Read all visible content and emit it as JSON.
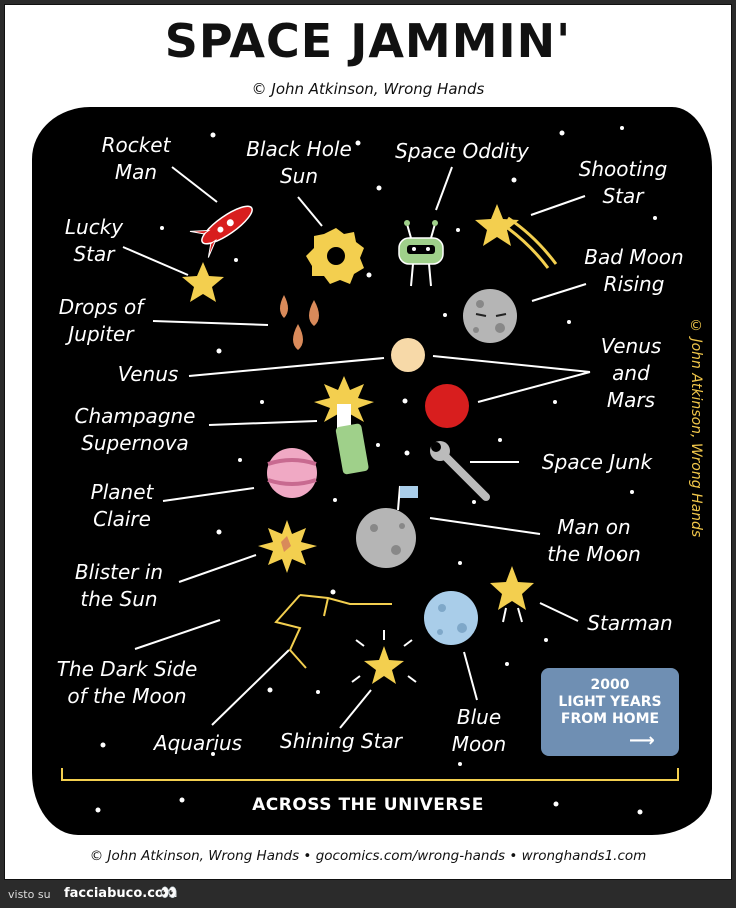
{
  "title": "SPACE JAMMIN'",
  "byline": "© John Atkinson, Wrong Hands",
  "side_credit": "© John Atkinson, Wrong Hands",
  "labels": {
    "rocket_man": "Rocket\nMan",
    "black_hole_sun": "Black Hole\nSun",
    "space_oddity": "Space Oddity",
    "shooting_star": "Shooting\nStar",
    "lucky_star": "Lucky\nStar",
    "bad_moon_rising": "Bad Moon\nRising",
    "drops_of_jupiter": "Drops of\nJupiter",
    "venus": "Venus",
    "venus_and_mars": "Venus\nand\nMars",
    "champagne_supernova": "Champagne\nSupernova",
    "space_junk": "Space Junk",
    "planet_claire": "Planet\nClaire",
    "man_on_the_moon": "Man on\nthe Moon",
    "blister_in_the_sun": "Blister in\nthe Sun",
    "starman": "Starman",
    "dark_side_of_the_moon": "The Dark Side\nof the Moon",
    "aquarius": "Aquarius",
    "shining_star": "Shining Star",
    "blue_moon": "Blue\nMoon"
  },
  "sign": {
    "line1": "2000",
    "line2": "LIGHT YEARS",
    "line3": "FROM HOME",
    "arrow": "⟶"
  },
  "across": "ACROSS THE UNIVERSE",
  "footer": "© John Atkinson, Wrong Hands • gocomics.com/wrong-hands • wronghands1.com",
  "bottom_bar": {
    "prefix": "visto su",
    "site": "facciabuco.com",
    "eyes": "👀"
  },
  "colors": {
    "space": "#000000",
    "yellow": "#f3cf4f",
    "red": "#d81e1e",
    "gray": "#b5b5b5",
    "blue_moon": "#a9cde9",
    "sign": "#6f8fb3",
    "green": "#9fd08a",
    "pink": "#f0a9c4",
    "drop": "#d98a5a"
  }
}
